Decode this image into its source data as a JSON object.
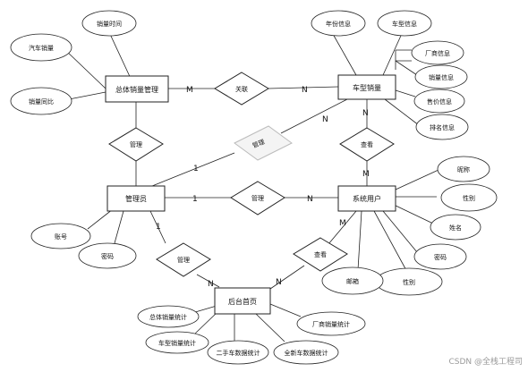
{
  "entities": {
    "overall_sales": "总体销量管理",
    "model_sales": "车型销量",
    "admin": "管理员",
    "system_user": "系统用户",
    "backend_home": "后台首页"
  },
  "relations": {
    "associate": "关联",
    "manage_overall": "管理",
    "manage_sys_user": "管理",
    "manage_model": "管理",
    "manage_home": "管理",
    "view_model": "查看",
    "view_home": "查看"
  },
  "attributes": {
    "sales_time": "销量时间",
    "car_sales": "汽车销量",
    "yoy_sales": "销量同比",
    "year_info": "年份信息",
    "model_info": "车型信息",
    "maker_info": "厂商信息",
    "sales_info": "销量信息",
    "price_info": "售价信息",
    "rank_info": "排名信息",
    "nickname": "昵称",
    "gender_user": "性别",
    "name": "姓名",
    "password_user": "密码",
    "gender_user2": "性别",
    "email": "邮箱",
    "account": "账号",
    "password_admin": "密码",
    "stat_total": "总体销量统计",
    "stat_model": "车型销量统计",
    "stat_used": "二手车数据统计",
    "stat_new": "全新车数据统计",
    "stat_maker": "厂商销量统计"
  },
  "cardinalities": {
    "m_overall": "M",
    "n_model": "N",
    "n_model_manage": "N",
    "n_model_view": "N",
    "one_admin_model": "1",
    "one_admin_user": "1",
    "n_user": "N",
    "m_user_view": "M",
    "m_user_view_lower": "M",
    "one_admin_home": "1",
    "n_home_left": "N",
    "n_home_right": "N"
  },
  "watermark": "CSDN @全栈工程司"
}
